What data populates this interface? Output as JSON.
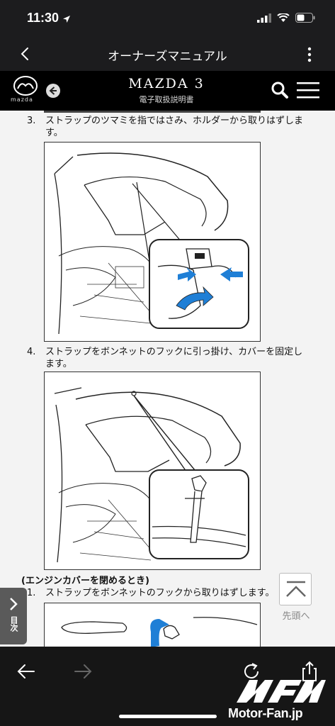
{
  "status_bar": {
    "time": "11:30"
  },
  "nav": {
    "title": "オーナーズマニュアル"
  },
  "manual_header": {
    "brand_small": "mazda",
    "title": "MAZDA 3",
    "subtitle": "電子取扱説明書"
  },
  "steps": [
    {
      "number": "3.",
      "text": "ストラップのツマミを指ではさみ、ホルダーから取りはずします。"
    },
    {
      "number": "4.",
      "text": "ストラップをボンネットのフックに引っ掛け、カバーを固定します。"
    }
  ],
  "section": {
    "heading": "(エンジンカバーを閉めるとき)",
    "steps": [
      {
        "number": "1.",
        "text": "ストラップをボンネットのフックから取りはずします。"
      }
    ]
  },
  "side_tab": {
    "label": "目次"
  },
  "back_to_top": {
    "label": "先頭へ"
  },
  "watermark": {
    "text": "Motor-Fan.jp"
  },
  "icons": {
    "nav_back": "chevron-left-icon",
    "nav_more": "more-vertical-icon",
    "header_back": "circle-arrow-left-icon",
    "search": "search-icon",
    "menu": "hamburger-menu-icon",
    "toolbar": [
      "arrow-left-icon",
      "arrow-right-icon",
      "reload-icon",
      "share-icon"
    ]
  },
  "colors": {
    "arrow_blue": "#1f7fd6",
    "toolbar_bg": "#161616",
    "header_bg": "#000000"
  }
}
